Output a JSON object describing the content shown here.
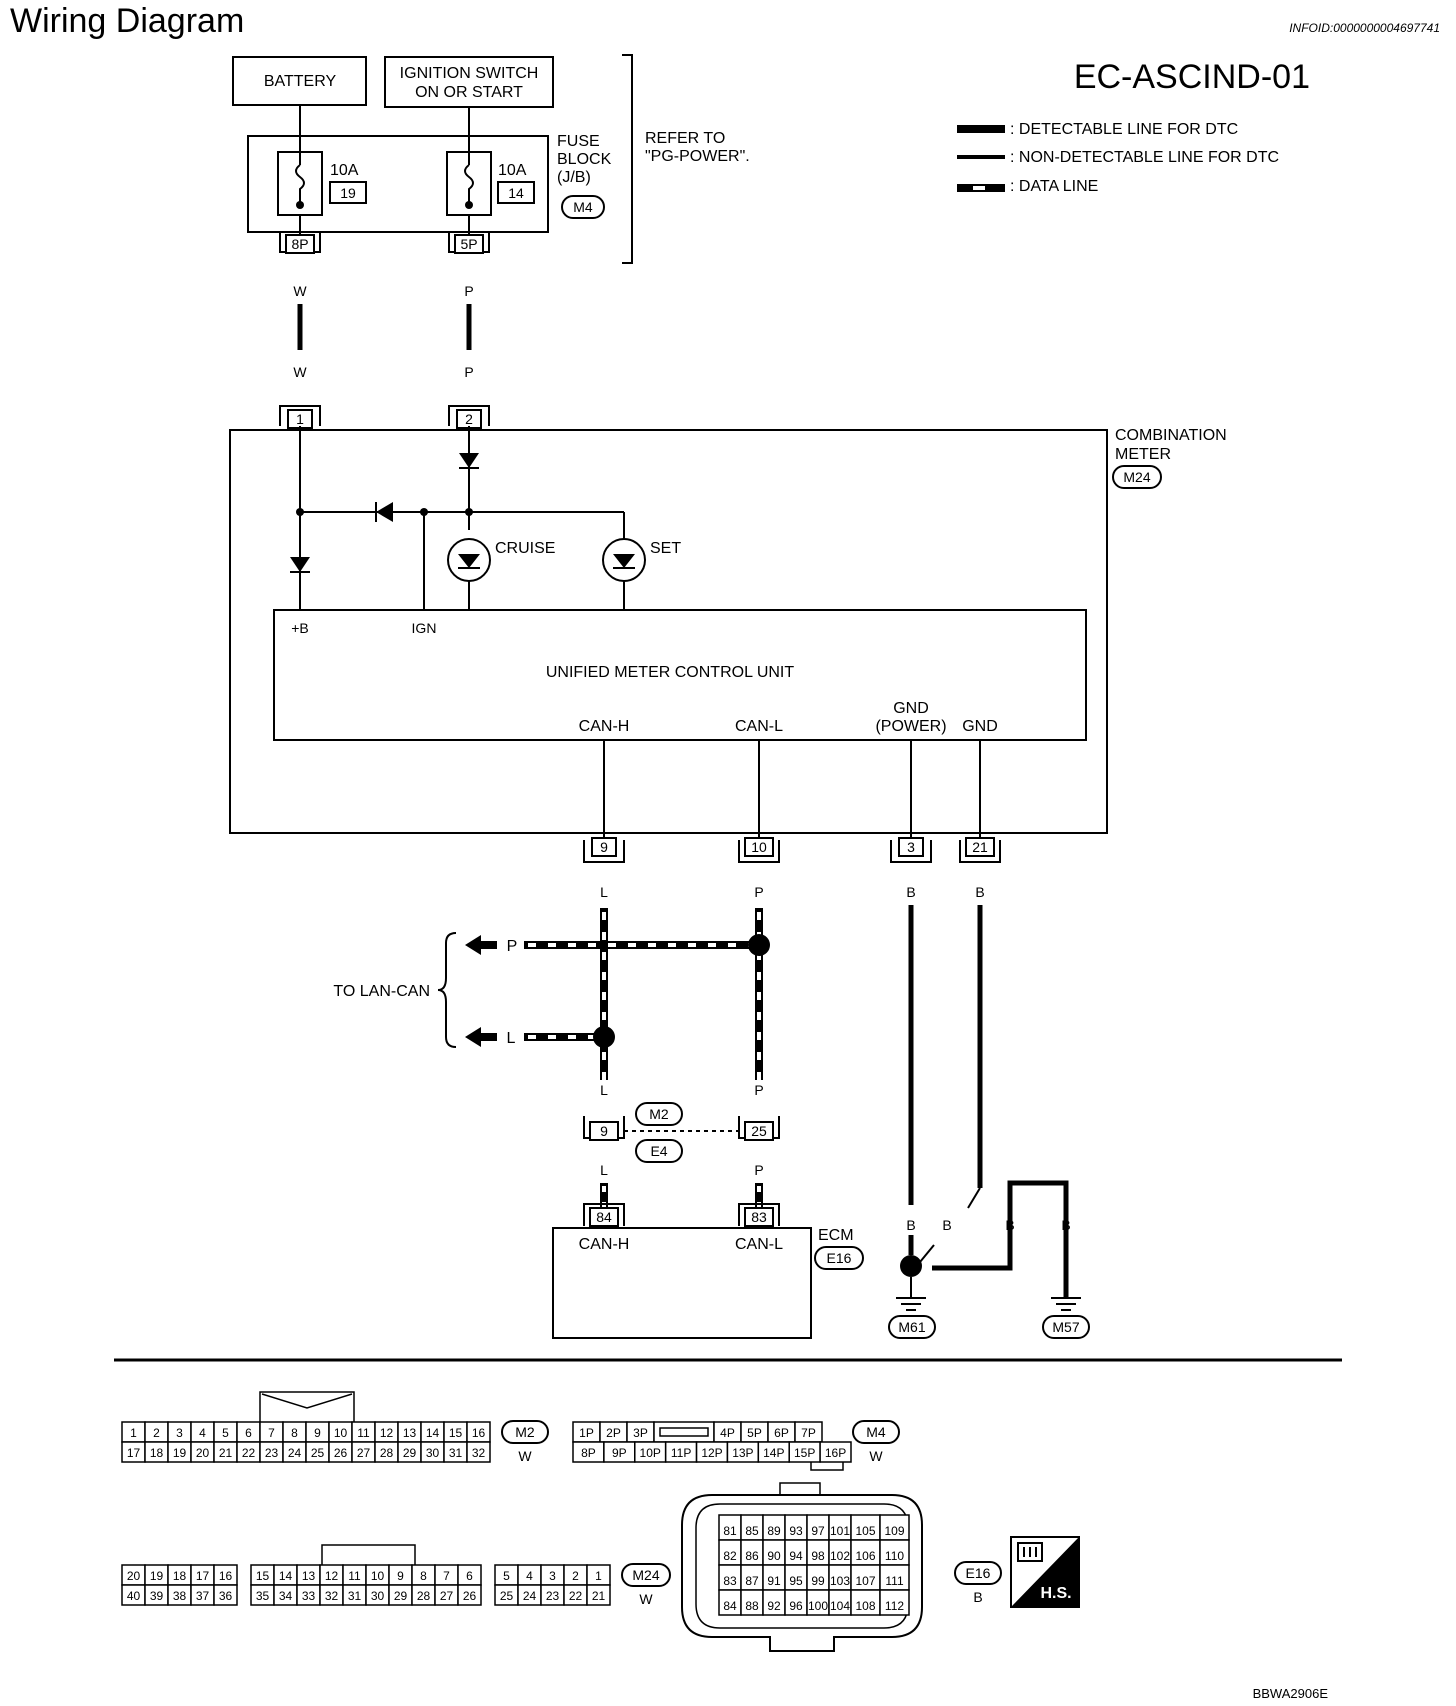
{
  "title": "Wiring Diagram",
  "info_id": "INFOID:0000000004697741",
  "diagram_code": "EC-ASCIND-01",
  "legend": [
    {
      "style": "solid",
      "label": ": DETECTABLE LINE FOR DTC"
    },
    {
      "style": "thin",
      "label": ": NON-DETECTABLE LINE FOR DTC"
    },
    {
      "style": "dashed",
      "label": ": DATA LINE"
    }
  ],
  "power": {
    "battery": "BATTERY",
    "ignition_line1": "IGNITION SWITCH",
    "ignition_line2": "ON OR START",
    "fuse_block": [
      "FUSE",
      "BLOCK",
      "(J/B)"
    ],
    "fuse_block_conn": "M4",
    "refer_line1": "REFER TO",
    "refer_line2": "\"PG-POWER\".",
    "fuse1": {
      "amp": "10A",
      "num": "19",
      "pin": "8P",
      "wire": "W"
    },
    "fuse2": {
      "amp": "10A",
      "num": "14",
      "pin": "5P",
      "wire": "P"
    }
  },
  "meter": {
    "label_line1": "COMBINATION",
    "label_line2": "METER",
    "conn": "M24",
    "pin_a": "1",
    "pin_b": "2",
    "cruise": "CRUISE",
    "set": "SET",
    "unit": "UNIFIED METER CONTROL UNIT",
    "plus_b": "+B",
    "ign": "IGN",
    "can_h": "CAN-H",
    "can_l": "CAN-L",
    "gnd_power_1": "GND",
    "gnd_power_2": "(POWER)",
    "gnd": "GND",
    "out_pins": [
      "9",
      "10",
      "3",
      "21"
    ]
  },
  "wires": {
    "L": "L",
    "P": "P",
    "B": "B",
    "W": "W"
  },
  "lan": {
    "label": "TO LAN-CAN",
    "p": "P",
    "l": "L"
  },
  "junction": {
    "conn1": "M2",
    "conn2": "E4",
    "pin_l": "9",
    "pin_p": "25"
  },
  "ecm": {
    "label": "ECM",
    "conn": "E16",
    "pin_h": "84",
    "pin_l": "83",
    "can_h": "CAN-H",
    "can_l": "CAN-L"
  },
  "grounds": [
    "M61",
    "M57"
  ],
  "connectors": {
    "m2": {
      "id": "M2",
      "color": "W",
      "top": [
        "1",
        "2",
        "3",
        "4",
        "5",
        "6",
        "7",
        "8",
        "9",
        "10",
        "11",
        "12",
        "13",
        "14",
        "15",
        "16"
      ],
      "bottom": [
        "17",
        "18",
        "19",
        "20",
        "21",
        "22",
        "23",
        "24",
        "25",
        "26",
        "27",
        "28",
        "29",
        "30",
        "31",
        "32"
      ]
    },
    "m4": {
      "id": "M4",
      "color": "W",
      "top": [
        "1P",
        "2P",
        "3P",
        "",
        "4P",
        "5P",
        "6P",
        "7P"
      ],
      "bottom": [
        "8P",
        "9P",
        "10P",
        "11P",
        "12P",
        "13P",
        "14P",
        "15P",
        "16P"
      ]
    },
    "m24": {
      "id": "M24",
      "color": "W",
      "top": [
        "20",
        "19",
        "18",
        "17",
        "16",
        "",
        "15",
        "14",
        "13",
        "12",
        "11",
        "10",
        "9",
        "8",
        "7",
        "6",
        "",
        "5",
        "4",
        "3",
        "2",
        "1"
      ],
      "bottom": [
        "40",
        "39",
        "38",
        "37",
        "36",
        "",
        "35",
        "34",
        "33",
        "32",
        "31",
        "30",
        "29",
        "28",
        "27",
        "26",
        "",
        "25",
        "24",
        "23",
        "22",
        "21"
      ]
    },
    "e16": {
      "id": "E16",
      "color": "B",
      "rows": [
        [
          "81",
          "85",
          "89",
          "93",
          "97",
          "101",
          "105",
          "109"
        ],
        [
          "82",
          "86",
          "90",
          "94",
          "98",
          "102",
          "106",
          "110"
        ],
        [
          "83",
          "87",
          "91",
          "95",
          "99",
          "103",
          "107",
          "111"
        ],
        [
          "84",
          "88",
          "92",
          "96",
          "100",
          "104",
          "108",
          "112"
        ]
      ]
    }
  },
  "hs_label": "H.S.",
  "footer_code": "BBWA2906E"
}
